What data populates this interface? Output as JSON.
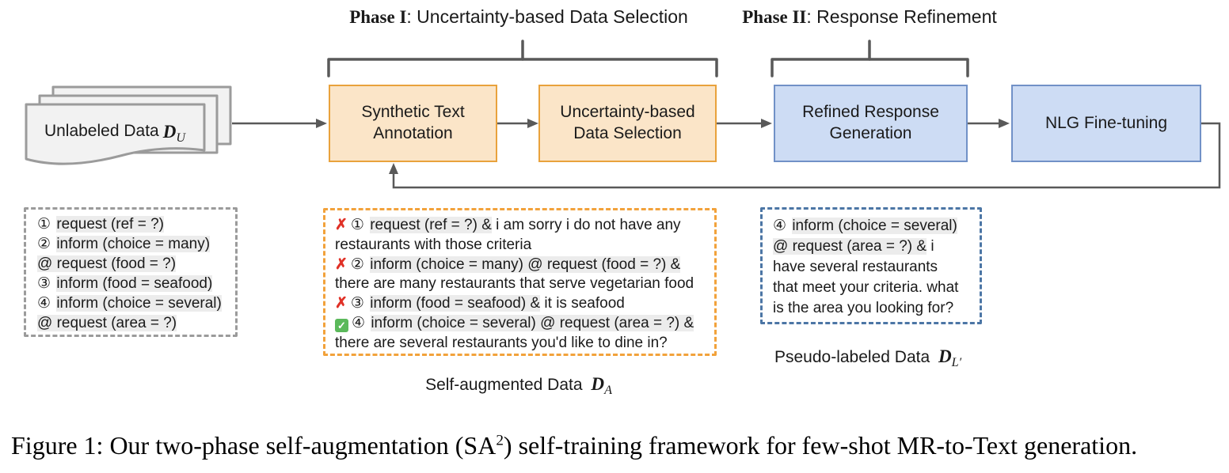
{
  "phases": {
    "phase1_bold": "Phase I",
    "phase1_rest": ": Uncertainty-based Data Selection",
    "phase2_bold": "Phase II",
    "phase2_rest": ": Response Refinement"
  },
  "stack": {
    "label": "Unlabeled Data",
    "math_symbol": "D",
    "subscript": "U"
  },
  "flow_boxes": [
    {
      "label": "Synthetic Text Annotation",
      "color": "orange"
    },
    {
      "label": "Uncertainty-based Data Selection",
      "color": "orange"
    },
    {
      "label": "Refined Response Generation",
      "color": "blue"
    },
    {
      "label": "NLG Fine-tuning",
      "color": "blue"
    }
  ],
  "unlabeled_box": {
    "lines": [
      {
        "num": "①",
        "mr": "request (ref = ?)"
      },
      {
        "num": "②",
        "mr": "inform (choice = many)"
      },
      {
        "num": "",
        "mr": "@ request (food = ?)"
      },
      {
        "num": "③",
        "mr": "inform (food = seafood)"
      },
      {
        "num": "④",
        "mr": "inform (choice = several)"
      },
      {
        "num": "",
        "mr": "@ request (area = ?)"
      }
    ]
  },
  "self_augmented_box": {
    "entries": [
      {
        "mark": "cross",
        "num": "①",
        "mr": "request (ref = ?) &",
        "response": "i am sorry i do not have any restaurants with those criteria"
      },
      {
        "mark": "cross",
        "num": "②",
        "mr": "inform (choice = many) @ request (food = ?) &",
        "response": "there are many restaurants that serve vegetarian food"
      },
      {
        "mark": "cross",
        "num": "③",
        "mr": "inform (food = seafood) &",
        "response": "it is seafood"
      },
      {
        "mark": "check",
        "num": "④",
        "mr": "inform (choice = several) @ request (area = ?) &",
        "response": "there are several restaurants you'd like to dine in?"
      }
    ]
  },
  "pseudo_box": {
    "num": "④",
    "mr": "inform (choice = several) @ request (area = ?) &",
    "response": "i have several restaurants that meet your criteria. what is the area you looking for?"
  },
  "labels": {
    "self_augmented": "Self-augmented Data",
    "self_augmented_math": "D",
    "self_augmented_sub": "A",
    "pseudo": "Pseudo-labeled Data",
    "pseudo_math": "D",
    "pseudo_sub": "L′"
  },
  "icons": {
    "reject_icon_glyph": "✗",
    "accept_icon_glyph": "✓"
  },
  "colors": {
    "orange_box_fill": "#FBE5C8",
    "orange_box_border": "#E9A23C",
    "blue_box_fill": "#CDDCF4",
    "blue_box_border": "#7191C7",
    "gray_dashed_border": "#9B9B9B",
    "orange_dashed_border": "#F2A23B",
    "blue_dashed_border": "#4C76A5",
    "connector_gray": "#595959",
    "highlight_gray": "#ECECEC",
    "cross_red": "#E03127",
    "check_green": "#5BB95B"
  },
  "caption": {
    "pre": "Figure 1: Our two-phase self-augmentation (SA",
    "sup": "2",
    "post": ") self-training framework for few-shot MR-to-Text generation."
  }
}
